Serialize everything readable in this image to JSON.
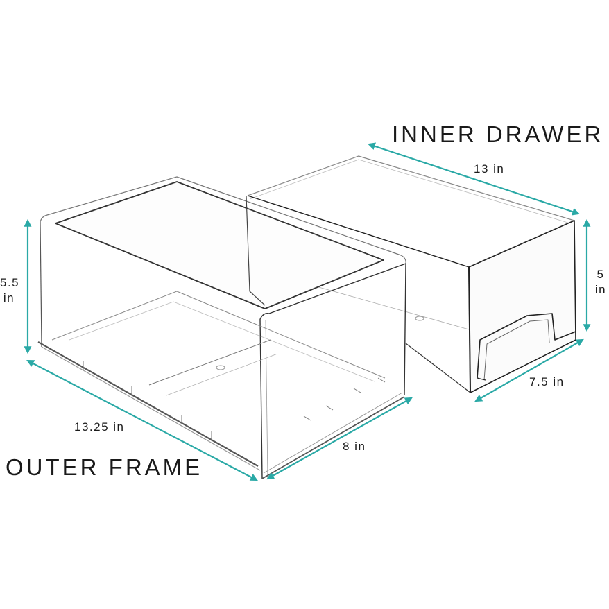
{
  "diagram": {
    "type": "product-dimension-diagram",
    "accent_color": "#2aa9a6",
    "outer_frame": {
      "title": "OUTER FRAME",
      "dimensions": {
        "height": {
          "value": "5.5",
          "unit": "in"
        },
        "length": {
          "label": "13.25 in"
        },
        "width": {
          "label": "8 in"
        }
      }
    },
    "inner_drawer": {
      "title": "INNER DRAWER",
      "dimensions": {
        "length": {
          "label": "13 in"
        },
        "height": {
          "value": "5",
          "unit": "in"
        },
        "width": {
          "label": "7.5 in"
        }
      }
    }
  }
}
